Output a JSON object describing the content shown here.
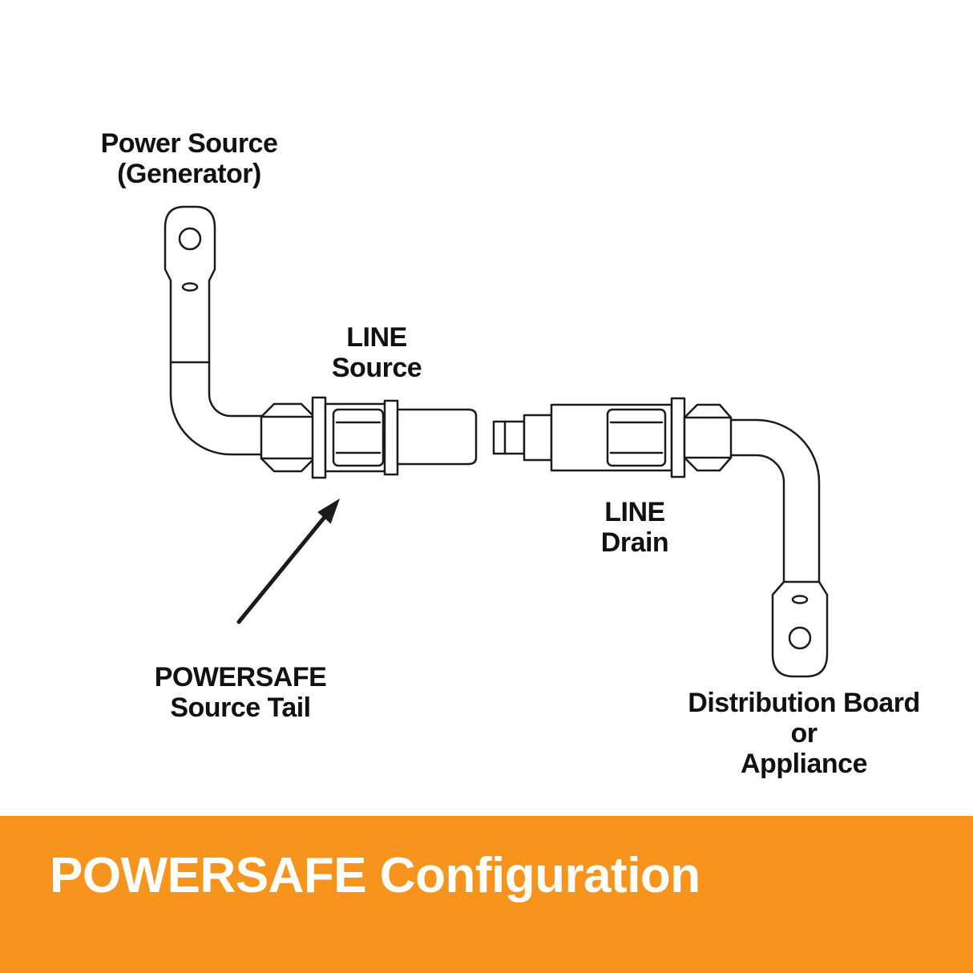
{
  "labels": {
    "power_source": {
      "line1": "Power Source",
      "line2": "(Generator)"
    },
    "line_source": {
      "line1": "LINE",
      "line2": "Source"
    },
    "line_drain": {
      "line1": "LINE",
      "line2": "Drain"
    },
    "source_tail": {
      "line1": "POWERSAFE",
      "line2": "Source Tail"
    },
    "distribution": {
      "line1": "Distribution Board",
      "line2": "or",
      "line3": "Appliance"
    }
  },
  "footer": {
    "title": "POWERSAFE Configuration"
  },
  "colors": {
    "banner_orange": "#F7941D",
    "banner_text": "#FFFFFF",
    "line_art": "#1B1B1B",
    "background": "#FFFFFF"
  }
}
